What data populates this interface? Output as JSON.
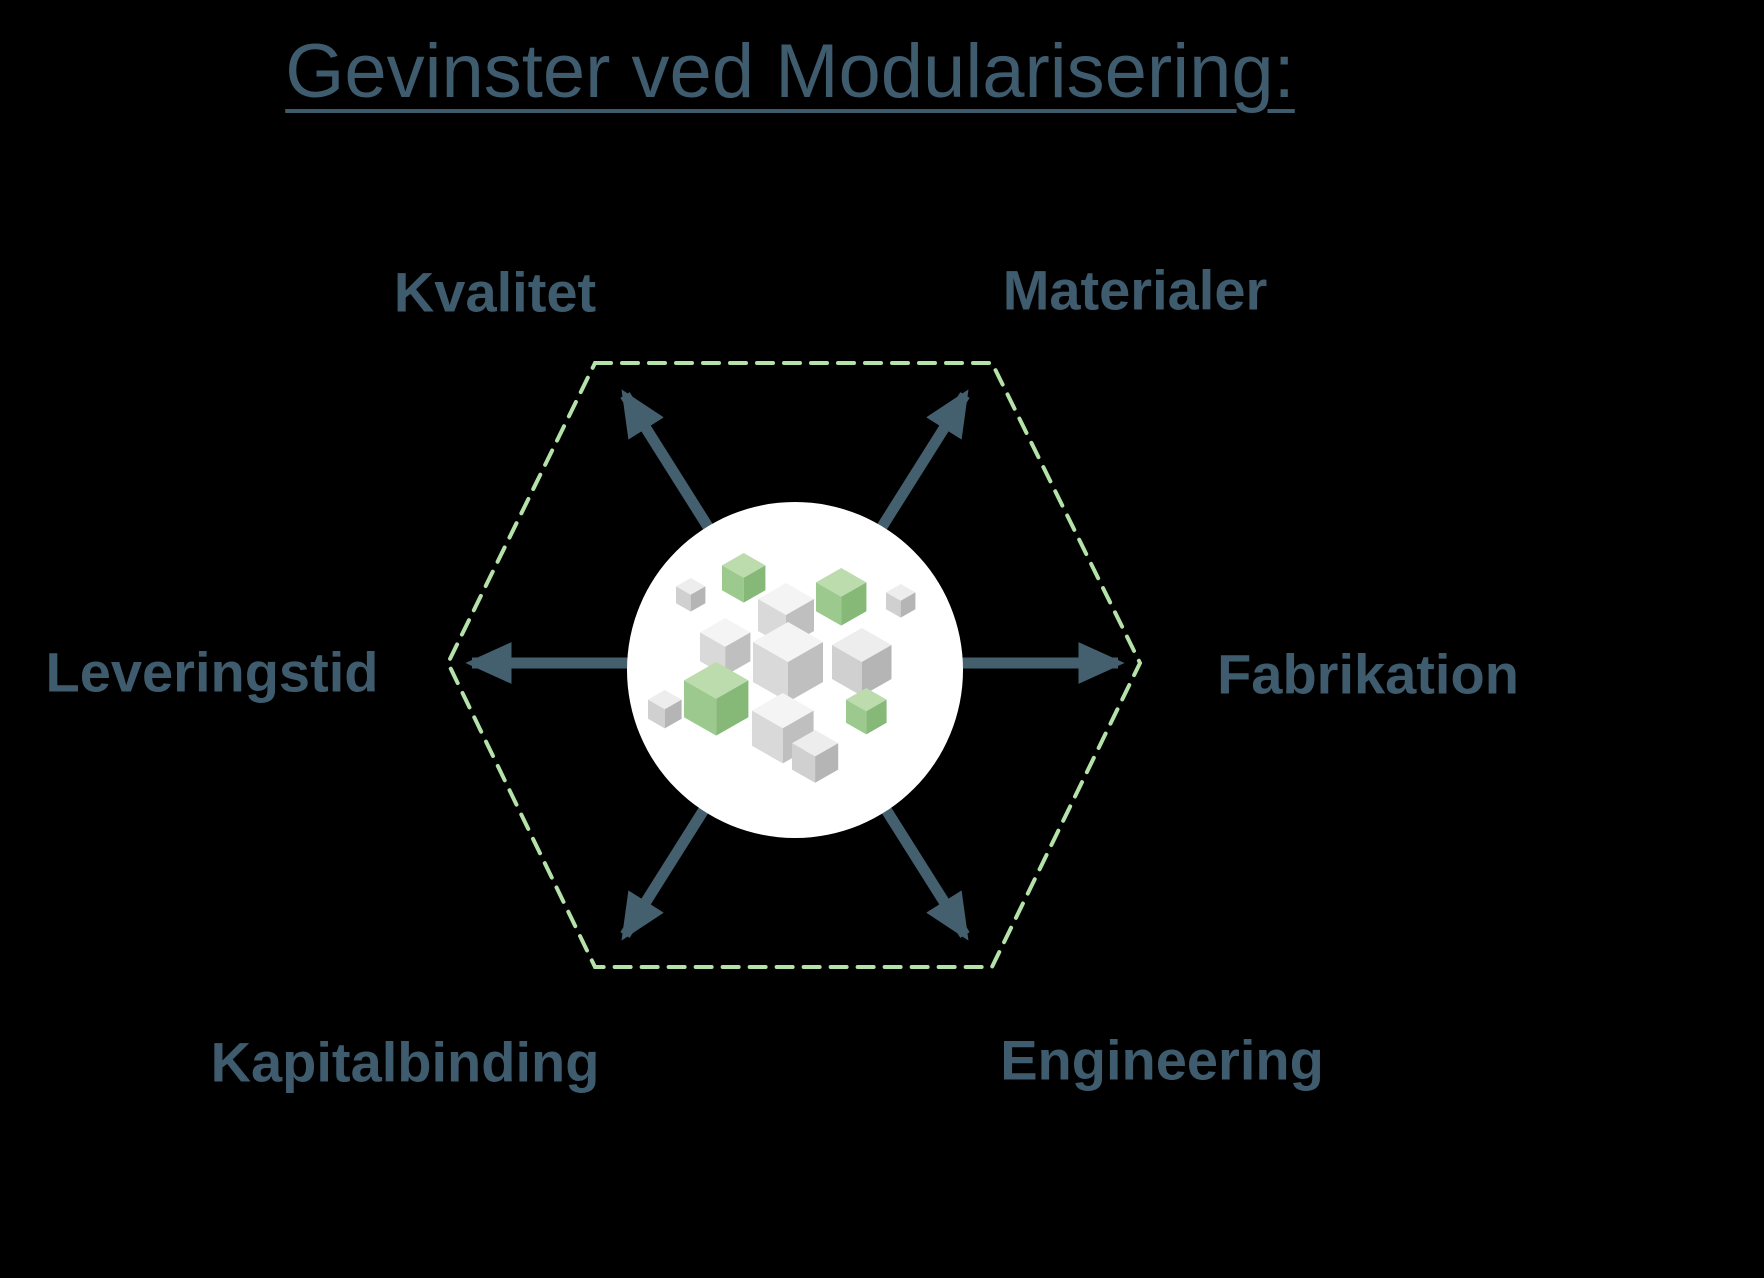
{
  "title": "Gevinster ved Modularisering:",
  "labels": [
    {
      "id": "kvalitet",
      "text": "Kvalitet",
      "position": "top-left"
    },
    {
      "id": "materialer",
      "text": "Materialer",
      "position": "top-right"
    },
    {
      "id": "fabrikation",
      "text": "Fabrikation",
      "position": "right"
    },
    {
      "id": "engineering",
      "text": "Engineering",
      "position": "bottom-right"
    },
    {
      "id": "kapitalbinding",
      "text": "Kapitalbinding",
      "position": "bottom-left"
    },
    {
      "id": "leveringstid",
      "text": "Leveringstid",
      "position": "left"
    }
  ],
  "icons": {
    "center": "modular-cubes-illustration"
  },
  "colors": {
    "background": "#000000",
    "text": "#3f5c6e",
    "arrow": "#44606f",
    "hexagon_dash": "#b4e2a8",
    "center_circle": "#ffffff",
    "cube_gray": "#d9d9d9",
    "cube_green": "#9cc98d"
  }
}
